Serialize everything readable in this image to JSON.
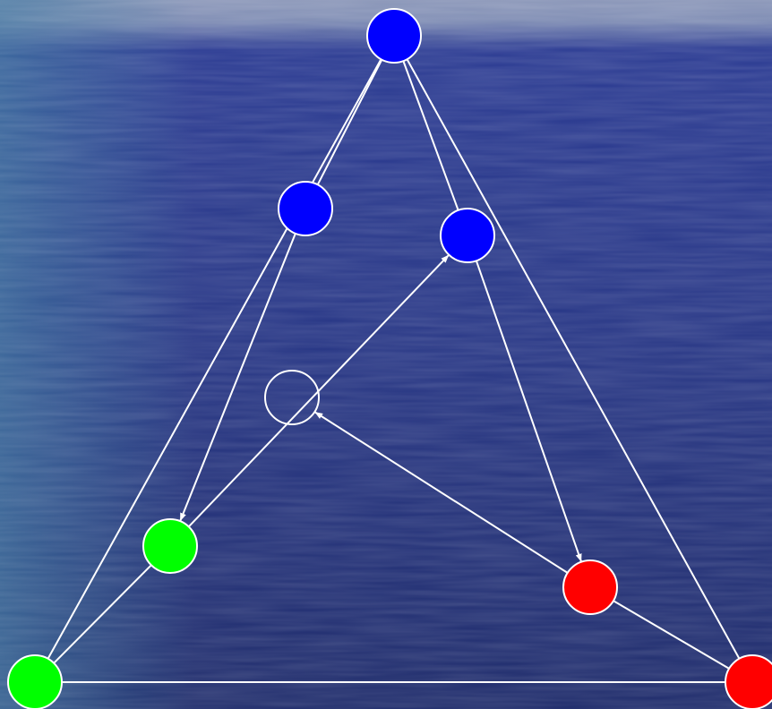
{
  "colors": {
    "sky": "#6f7fa8",
    "sea_top": "#28358a",
    "sea_bottom": "#1c2a6b",
    "edge": "#ffffff",
    "blue": "#0000ff",
    "green": "#00ff00",
    "red": "#ff0000",
    "empty": "none"
  },
  "nodes": [
    {
      "id": "top",
      "color": "blue"
    },
    {
      "id": "mid-left-blue",
      "color": "blue"
    },
    {
      "id": "mid-right-blue",
      "color": "blue"
    },
    {
      "id": "center-empty",
      "color": "empty"
    },
    {
      "id": "inner-green",
      "color": "green"
    },
    {
      "id": "inner-red",
      "color": "red"
    },
    {
      "id": "corner-green",
      "color": "green"
    },
    {
      "id": "corner-red",
      "color": "red"
    }
  ],
  "edges": [
    {
      "from": "corner-green",
      "to": "top",
      "arrow": true
    },
    {
      "from": "mid-left-blue",
      "to": "top",
      "arrow": true
    },
    {
      "from": "mid-right-blue",
      "to": "top",
      "arrow": true
    },
    {
      "from": "corner-red",
      "to": "top",
      "arrow": true
    },
    {
      "from": "mid-left-blue",
      "to": "inner-green",
      "arrow": true
    },
    {
      "from": "inner-green",
      "to": "mid-right-blue",
      "arrow": true
    },
    {
      "from": "mid-right-blue",
      "to": "inner-red",
      "arrow": true
    },
    {
      "from": "inner-red",
      "to": "center-empty",
      "arrow": true
    },
    {
      "from": "inner-green",
      "to": "corner-green",
      "arrow": true
    },
    {
      "from": "inner-red",
      "to": "corner-red",
      "arrow": true
    },
    {
      "from": "corner-green",
      "to": "corner-red",
      "arrow": false
    }
  ]
}
